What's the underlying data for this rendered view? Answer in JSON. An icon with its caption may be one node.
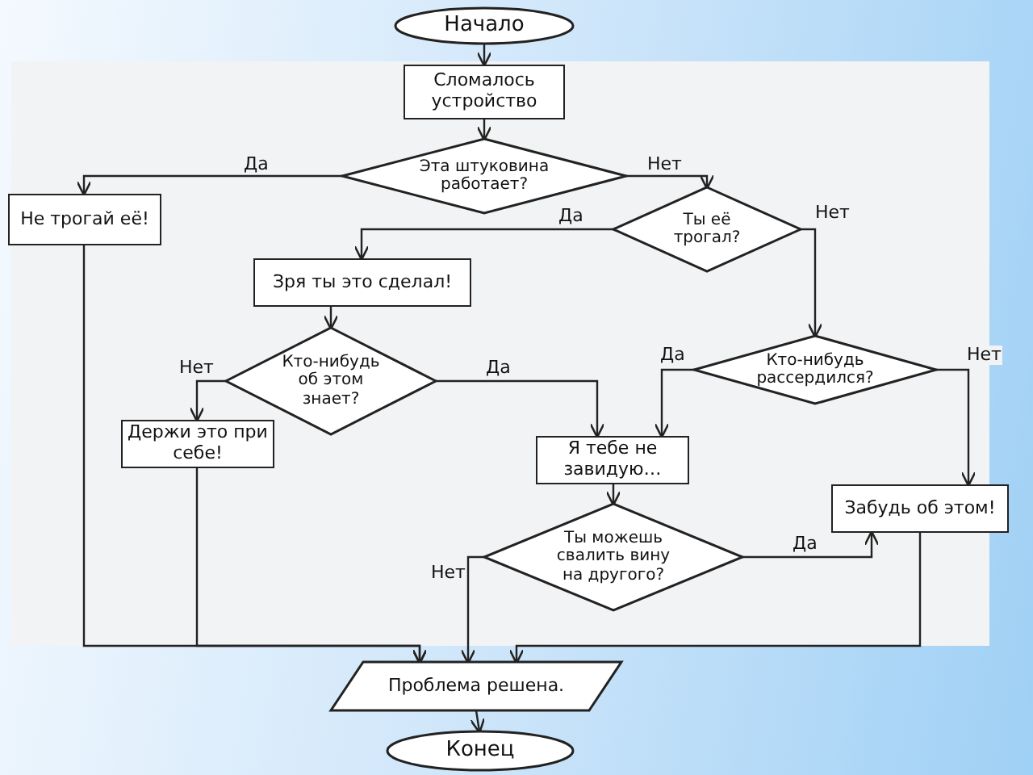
{
  "diagram": {
    "nodes": [
      {
        "text": [
          "Начало"
        ]
      },
      {
        "text": [
          "Сломалось устройство"
        ]
      },
      {
        "text": [
          "Эта штуковина работает?"
        ]
      },
      {
        "text": [
          "Не трогай её!"
        ]
      },
      {
        "text": [
          "Ты её трогал?"
        ]
      },
      {
        "text": [
          "Зря ты это сделал!"
        ]
      },
      {
        "text": [
          "Кто-нибудь об этом знает?"
        ]
      },
      {
        "text": [
          "Кто-нибудь рассердился?"
        ]
      },
      {
        "text": [
          "Держи это при себе!"
        ]
      },
      {
        "text": [
          "Я тебе не завидую…"
        ]
      },
      {
        "text": [
          "Забудь об этом!"
        ]
      },
      {
        "text": [
          "Ты можешь свалить вину на другого?"
        ]
      },
      {
        "text": [
          "Проблема решена."
        ]
      },
      {
        "text": [
          "Конец"
        ]
      }
    ],
    "edges": [
      {
        "from": 0,
        "to": 1,
        "arrow": "to"
      },
      {
        "from": 1,
        "to": 2,
        "arrow": "to"
      },
      {
        "from": 2,
        "to": 3,
        "arrow": "to",
        "label": "Да"
      },
      {
        "from": 2,
        "to": 4,
        "arrow": "to",
        "label": "Нет"
      },
      {
        "from": 4,
        "to": 5,
        "arrow": "to",
        "label": "Да"
      },
      {
        "from": 4,
        "to": 7,
        "arrow": "to",
        "label": "Нет"
      },
      {
        "from": 5,
        "to": 6,
        "arrow": "to"
      },
      {
        "from": 6,
        "to": 8,
        "arrow": "to",
        "label": "Нет"
      },
      {
        "from": 6,
        "to": 9,
        "arrow": "to",
        "label": "Да"
      },
      {
        "from": 7,
        "to": 9,
        "arrow": "to",
        "label": "Да"
      },
      {
        "from": 7,
        "to": 10,
        "arrow": "to",
        "label": "Нет"
      },
      {
        "from": 9,
        "to": 11,
        "arrow": "to"
      },
      {
        "from": 11,
        "to": 10,
        "arrow": "to",
        "label": "Да"
      },
      {
        "from": 11,
        "to": 12,
        "arrow": "to",
        "label": "Нет"
      },
      {
        "from": 3,
        "to": 12,
        "arrow": "to"
      },
      {
        "from": 8,
        "to": 12,
        "arrow": "to"
      },
      {
        "from": 10,
        "to": 12,
        "arrow": "to"
      },
      {
        "from": 12,
        "to": 13,
        "arrow": "to"
      }
    ]
  }
}
